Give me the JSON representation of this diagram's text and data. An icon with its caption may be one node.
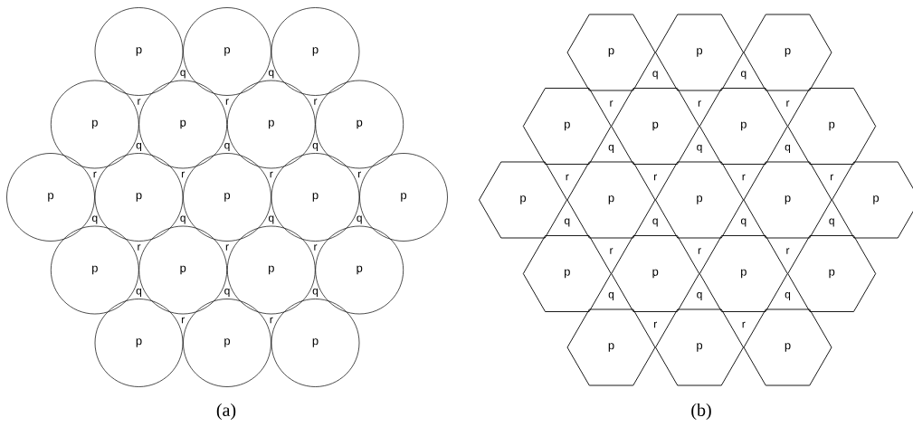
{
  "diagram": {
    "nodes": [
      {
        "text": [
          "p"
        ]
      },
      {
        "text": [
          "p"
        ]
      },
      {
        "text": [
          "p"
        ]
      },
      {
        "text": [
          "p"
        ]
      },
      {
        "text": [
          "p"
        ]
      },
      {
        "text": [
          "p"
        ]
      },
      {
        "text": [
          "p"
        ]
      },
      {
        "text": [
          "p"
        ]
      },
      {
        "text": [
          "p"
        ]
      },
      {
        "text": [
          "p"
        ]
      },
      {
        "text": [
          "p"
        ]
      },
      {
        "text": [
          "p"
        ]
      },
      {
        "text": [
          "p"
        ]
      },
      {
        "text": [
          "p"
        ]
      },
      {
        "text": [
          "p"
        ]
      },
      {
        "text": [
          "p"
        ]
      },
      {
        "text": [
          "p"
        ]
      },
      {
        "text": [
          "p"
        ]
      },
      {
        "text": [
          "p"
        ]
      },
      {
        "text": [
          "p"
        ]
      },
      {
        "text": [
          "p"
        ]
      },
      {
        "text": [
          "p"
        ]
      },
      {
        "text": [
          "p"
        ]
      },
      {
        "text": [
          "p"
        ]
      },
      {
        "text": [
          "p"
        ]
      },
      {
        "text": [
          "p"
        ]
      },
      {
        "text": [
          "p"
        ]
      },
      {
        "text": [
          "p"
        ]
      },
      {
        "text": [
          "p"
        ]
      },
      {
        "text": [
          "p"
        ]
      },
      {
        "text": [
          "p"
        ]
      },
      {
        "text": [
          "p"
        ]
      },
      {
        "text": [
          "p"
        ]
      },
      {
        "text": [
          "p"
        ]
      },
      {
        "text": [
          "p"
        ]
      },
      {
        "text": [
          "p"
        ]
      },
      {
        "text": [
          "p"
        ]
      },
      {
        "text": [
          "p"
        ]
      }
    ],
    "labels": [
      "q",
      "q",
      "r",
      "r",
      "r",
      "q",
      "q",
      "q",
      "r",
      "r",
      "r",
      "r",
      "q",
      "q",
      "q",
      "q",
      "r",
      "r",
      "r",
      "q",
      "q",
      "q",
      "r",
      "r",
      "(a)",
      "q",
      "q",
      "r",
      "r",
      "r",
      "q",
      "q",
      "q",
      "r",
      "r",
      "r",
      "r",
      "q",
      "q",
      "q",
      "q",
      "r",
      "r",
      "r",
      "q",
      "q",
      "q",
      "r",
      "r",
      "(b)"
    ]
  }
}
